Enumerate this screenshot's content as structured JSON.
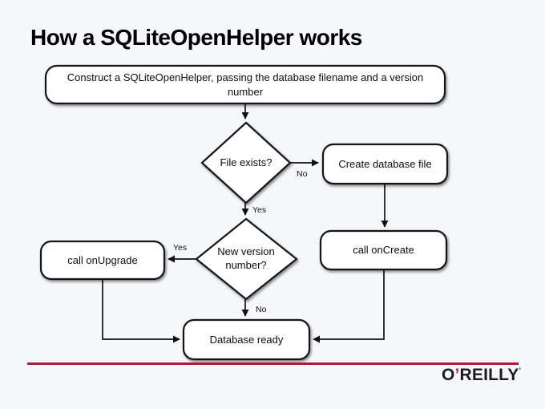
{
  "slide": {
    "title": "How a SQLiteOpenHelper works"
  },
  "colors": {
    "background": "#f6f7fa",
    "node_fill": "#ffffff",
    "node_border": "#141414",
    "divider_red": "#ad1a31",
    "logo_text": "#1c1c1e",
    "logo_apostrophe_red": "#cf1f30"
  },
  "flowchart": {
    "nodes": {
      "construct": {
        "type": "process",
        "label": "Construct a SQLiteOpenHelper, passing the database filename and a version number"
      },
      "file_exists": {
        "type": "decision",
        "label": "File exists?"
      },
      "create_db": {
        "type": "process",
        "label": "Create database file"
      },
      "call_oncreate": {
        "type": "process",
        "label": "call onCreate"
      },
      "new_version": {
        "type": "decision",
        "label": "New version number?"
      },
      "call_onupgrade": {
        "type": "process",
        "label": "call onUpgrade"
      },
      "db_ready": {
        "type": "process",
        "label": "Database ready"
      }
    },
    "edges": [
      {
        "from": "construct",
        "to": "file_exists",
        "label": ""
      },
      {
        "from": "file_exists",
        "to": "create_db",
        "label": "No"
      },
      {
        "from": "file_exists",
        "to": "new_version",
        "label": "Yes"
      },
      {
        "from": "create_db",
        "to": "call_oncreate",
        "label": ""
      },
      {
        "from": "new_version",
        "to": "call_onupgrade",
        "label": "Yes"
      },
      {
        "from": "new_version",
        "to": "db_ready",
        "label": "No"
      },
      {
        "from": "call_onupgrade",
        "to": "db_ready",
        "label": ""
      },
      {
        "from": "call_oncreate",
        "to": "db_ready",
        "label": ""
      }
    ]
  },
  "footer": {
    "brand_o": "O",
    "brand_apostrophe": "’",
    "brand_rest": "REILLY",
    "trademark": "’"
  }
}
